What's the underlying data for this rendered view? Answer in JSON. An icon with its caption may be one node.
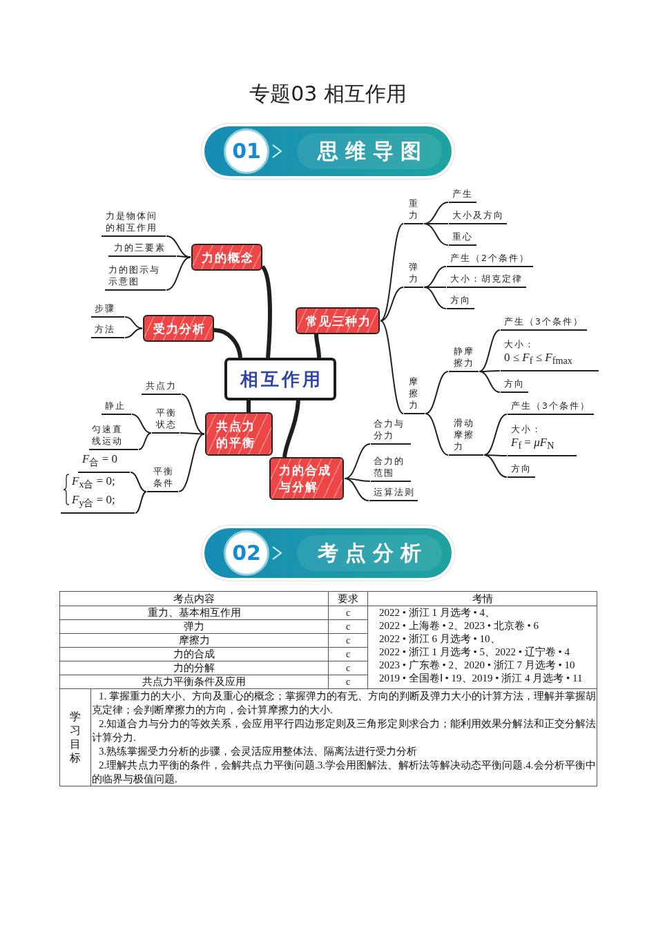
{
  "diagram": {
    "title": "专题03 相互作用",
    "nodes": [
      {
        "text": [
          "相互作用"
        ]
      },
      {
        "text": [
          "力的概念"
        ]
      },
      {
        "text": [
          "力是物体间的相互作用"
        ]
      },
      {
        "text": [
          "力的三要素"
        ]
      },
      {
        "text": [
          "力的图示与示意图"
        ]
      },
      {
        "text": [
          "受力分析"
        ]
      },
      {
        "text": [
          "步骤"
        ]
      },
      {
        "text": [
          "方法"
        ]
      },
      {
        "text": [
          "共点力的平衡"
        ]
      },
      {
        "text": [
          "共点力"
        ]
      },
      {
        "text": [
          "平衡状态"
        ]
      },
      {
        "text": [
          "静止"
        ]
      },
      {
        "text": [
          "匀速直线运动"
        ]
      },
      {
        "text": [
          "平衡条件"
        ]
      },
      {
        "text": [
          "*F*$_{合}$ = 0"
        ]
      },
      {
        "text": [
          "*F*$_{x合}$ = 0;",
          "*F*$_{y合}$ = 0;"
        ]
      },
      {
        "text": [
          "力的合成与分解"
        ]
      },
      {
        "text": [
          "合力与分力"
        ]
      },
      {
        "text": [
          "合力的范围"
        ]
      },
      {
        "text": [
          "运算法则"
        ]
      },
      {
        "text": [
          "常见三种力"
        ]
      },
      {
        "text": [
          "重力"
        ]
      },
      {
        "text": [
          "产生"
        ]
      },
      {
        "text": [
          "大小及方向"
        ]
      },
      {
        "text": [
          "重心"
        ]
      },
      {
        "text": [
          "弹力"
        ]
      },
      {
        "text": [
          "产生（2个条件）"
        ]
      },
      {
        "text": [
          "大小：胡克定律"
        ]
      },
      {
        "text": [
          "方向"
        ]
      },
      {
        "text": [
          "摩擦力"
        ]
      },
      {
        "text": [
          "静摩擦力"
        ]
      },
      {
        "text": [
          "产生（3个条件）"
        ]
      },
      {
        "text": [
          "大小：",
          "0 ≤ *F*$_{f}$ ≤ *F*$_{fmax}$"
        ]
      },
      {
        "text": [
          "方向"
        ]
      },
      {
        "text": [
          "滑动摩擦力"
        ]
      },
      {
        "text": [
          "产生（3个条件）"
        ]
      },
      {
        "text": [
          "大小：",
          "*F*$_{f}$ = *μF*$_{N}$"
        ]
      },
      {
        "text": [
          "方向"
        ]
      }
    ],
    "edges": [
      {
        "from": 0,
        "to": 1,
        "arrow": "none",
        "style": "thick"
      },
      {
        "from": 1,
        "to": 2,
        "arrow": "none"
      },
      {
        "from": 1,
        "to": 3,
        "arrow": "none"
      },
      {
        "from": 1,
        "to": 4,
        "arrow": "none"
      },
      {
        "from": 0,
        "to": 5,
        "arrow": "none",
        "style": "thick"
      },
      {
        "from": 5,
        "to": 6,
        "arrow": "none"
      },
      {
        "from": 5,
        "to": 7,
        "arrow": "none"
      },
      {
        "from": 0,
        "to": 8,
        "arrow": "none",
        "style": "thick"
      },
      {
        "from": 8,
        "to": 9,
        "arrow": "none"
      },
      {
        "from": 8,
        "to": 10,
        "arrow": "none"
      },
      {
        "from": 10,
        "to": 11,
        "arrow": "none"
      },
      {
        "from": 10,
        "to": 12,
        "arrow": "none"
      },
      {
        "from": 8,
        "to": 13,
        "arrow": "none"
      },
      {
        "from": 13,
        "to": 14,
        "arrow": "none"
      },
      {
        "from": 13,
        "to": 15,
        "arrow": "none"
      },
      {
        "from": 0,
        "to": 16,
        "arrow": "none",
        "style": "thick"
      },
      {
        "from": 16,
        "to": 17,
        "arrow": "none"
      },
      {
        "from": 16,
        "to": 18,
        "arrow": "none"
      },
      {
        "from": 16,
        "to": 19,
        "arrow": "none"
      },
      {
        "from": 0,
        "to": 20,
        "arrow": "none",
        "style": "thick"
      },
      {
        "from": 20,
        "to": 21,
        "arrow": "none"
      },
      {
        "from": 21,
        "to": 22,
        "arrow": "none"
      },
      {
        "from": 21,
        "to": 23,
        "arrow": "none"
      },
      {
        "from": 21,
        "to": 24,
        "arrow": "none"
      },
      {
        "from": 20,
        "to": 25,
        "arrow": "none"
      },
      {
        "from": 25,
        "to": 26,
        "arrow": "none"
      },
      {
        "from": 25,
        "to": 27,
        "arrow": "none"
      },
      {
        "from": 25,
        "to": 28,
        "arrow": "none"
      },
      {
        "from": 20,
        "to": 29,
        "arrow": "none"
      },
      {
        "from": 29,
        "to": 30,
        "arrow": "none"
      },
      {
        "from": 30,
        "to": 31,
        "arrow": "none"
      },
      {
        "from": 30,
        "to": 32,
        "arrow": "none"
      },
      {
        "from": 30,
        "to": 33,
        "arrow": "none"
      },
      {
        "from": 29,
        "to": 34,
        "arrow": "none"
      },
      {
        "from": 34,
        "to": 35,
        "arrow": "none"
      },
      {
        "from": 34,
        "to": 36,
        "arrow": "none"
      },
      {
        "from": 34,
        "to": 37,
        "arrow": "none"
      }
    ],
    "labels": [
      "01",
      "思维导图",
      "02",
      "考点分析",
      "考点内容",
      "要求",
      "考情",
      "重力、基本相互作用",
      "c",
      "2022 • 浙江 1 月选考 • 4、",
      "2022 • 上海卷 • 2、2023 • 北京卷 • 6",
      "2022 • 浙江 6 月选考 • 10、",
      "2022 • 浙江 1 月选考 • 5、2022 • 辽宁卷 • 4",
      "2023 • 广东卷 • 2、2020 • 浙江 7 月选考 • 10",
      "2019 • 全国卷Ⅰ • 19、2019 • 浙江 4 月选考 • 11",
      "弹力",
      "c",
      "摩擦力",
      "c",
      "力的合成",
      "c",
      "力的分解",
      "c",
      "共点力平衡条件及应用",
      "c",
      "学习目标",
      "1. 掌握重力的大小、方向及重心的概念；掌握弹力的有无、方向的判断及弹力大小的计算方法，理解并掌握胡克定律；会判断摩擦力的方向，会计算摩擦力的大小.",
      "2.知道合力与分力的等效关系，会应用平行四边形定则及三角形定则求合力；能利用效果分解法和正交分解法计算分力.",
      "3.熟练掌握受力分析的步骤，会灵活应用整体法、隔离法进行受力分析",
      "2.理解共点力平衡的条件，会解共点力平衡问题.3.学会用图解法、解析法等解决动态平衡问题.4.会分析平衡中的临界与极值问题."
    ]
  }
}
